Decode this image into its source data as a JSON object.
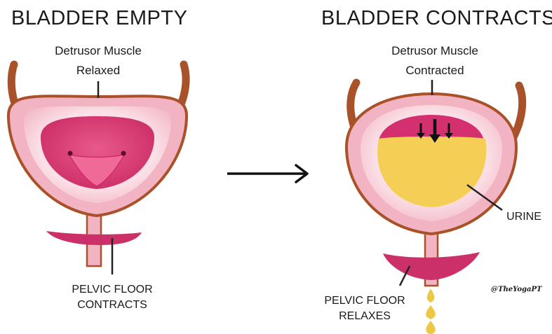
{
  "left_panel": {
    "title": "BLADDER EMPTY",
    "muscle_label_line1": "Detrusor Muscle",
    "muscle_label_line2": "Relaxed",
    "floor_label_line1": "PELVIC FLOOR",
    "floor_label_line2": "CONTRACTS"
  },
  "right_panel": {
    "title": "BLADDER CONTRACTS",
    "muscle_label_line1": "Detrusor Muscle",
    "muscle_label_line2": "Contracted",
    "urine_label": "URINE",
    "floor_label_line1": "PELVIC FLOOR",
    "floor_label_line2": "RELAXES"
  },
  "credit": "@TheYogaPT",
  "colors": {
    "ureter": "#a9522a",
    "bladder_outer": "#f2b3c2",
    "bladder_inner_ring": "#f9d2dc",
    "lumen": "#d42f6e",
    "urine": "#f5cf55",
    "pelvic_floor": "#cc3068",
    "urine_drop": "#ecc847"
  }
}
